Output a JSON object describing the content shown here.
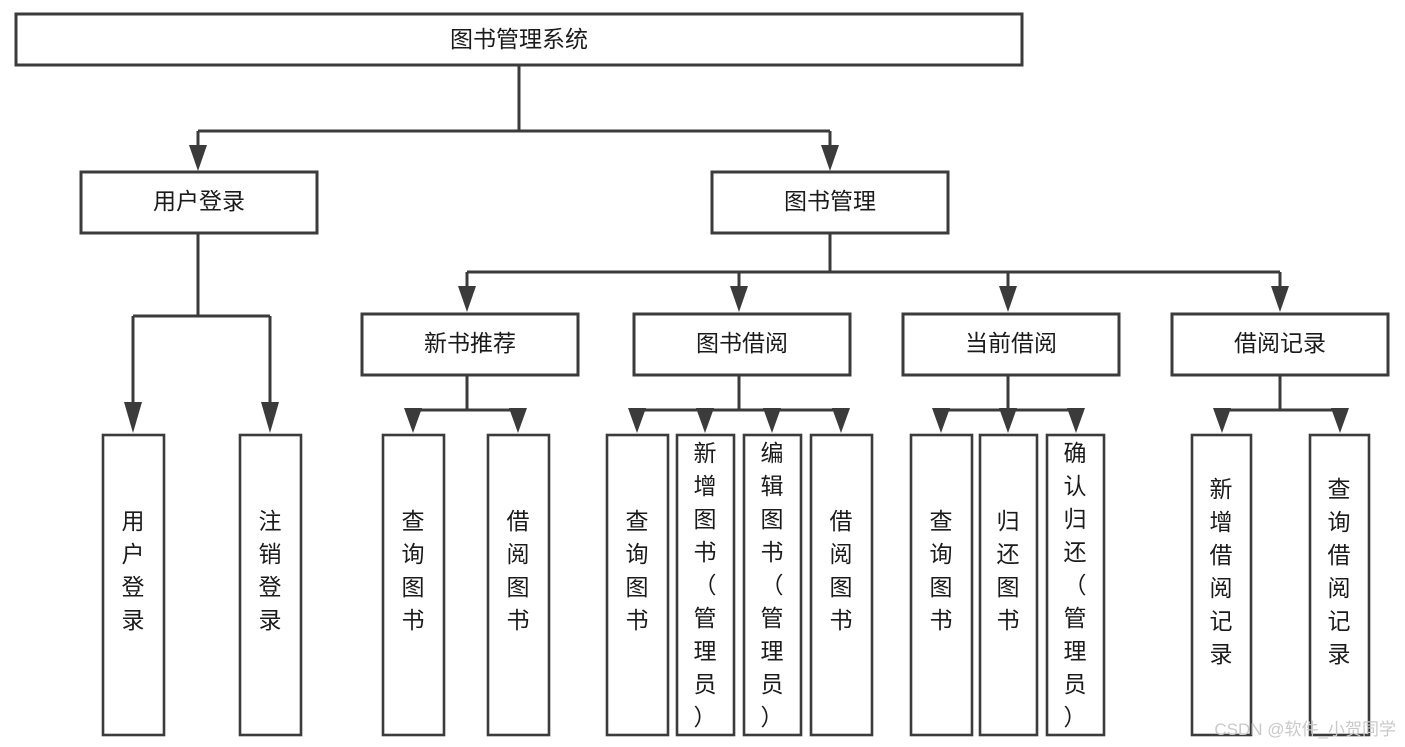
{
  "diagram": {
    "type": "tree-hierarchy",
    "title": "图书管理系统",
    "orientation": "top-down",
    "colors": {
      "background": "#ffffff",
      "box_fill": "#ffffff",
      "line": "#3b3b3b",
      "text": "#1b1b1b",
      "watermark": "#c9c9c9"
    },
    "root": {
      "id": "root",
      "label": "图书管理系统"
    },
    "level1": [
      {
        "id": "user-login",
        "label": "用户登录"
      },
      {
        "id": "book-management",
        "label": "图书管理"
      }
    ],
    "level2": [
      {
        "id": "new-book-recommend",
        "label": "新书推荐",
        "parent": "book-management"
      },
      {
        "id": "book-borrow",
        "label": "图书借阅",
        "parent": "book-management"
      },
      {
        "id": "current-borrow",
        "label": "当前借阅",
        "parent": "book-management"
      },
      {
        "id": "borrow-record",
        "label": "借阅记录",
        "parent": "book-management"
      }
    ],
    "leaves": {
      "user-login": [
        {
          "id": "leaf-user-login",
          "label": "用户登录"
        },
        {
          "id": "leaf-logout",
          "label": "注销登录"
        }
      ],
      "new-book-recommend": [
        {
          "id": "leaf-query-book-1",
          "label": "查询图书"
        },
        {
          "id": "leaf-borrow-book-1",
          "label": "借阅图书"
        }
      ],
      "book-borrow": [
        {
          "id": "leaf-query-book-2",
          "label": "查询图书"
        },
        {
          "id": "leaf-add-book",
          "label": "新增图书（管理员）"
        },
        {
          "id": "leaf-edit-book",
          "label": "编辑图书（管理员）"
        },
        {
          "id": "leaf-borrow-book-2",
          "label": "借阅图书"
        }
      ],
      "current-borrow": [
        {
          "id": "leaf-query-book-3",
          "label": "查询图书"
        },
        {
          "id": "leaf-return-book",
          "label": "归还图书"
        },
        {
          "id": "leaf-confirm-return",
          "label": "确认归还（管理员）"
        }
      ],
      "borrow-record": [
        {
          "id": "leaf-add-record",
          "label": "新增借阅记录"
        },
        {
          "id": "leaf-query-record",
          "label": "查询借阅记录"
        }
      ]
    }
  },
  "watermark": {
    "text": "CSDN @软件_小贺同学"
  }
}
